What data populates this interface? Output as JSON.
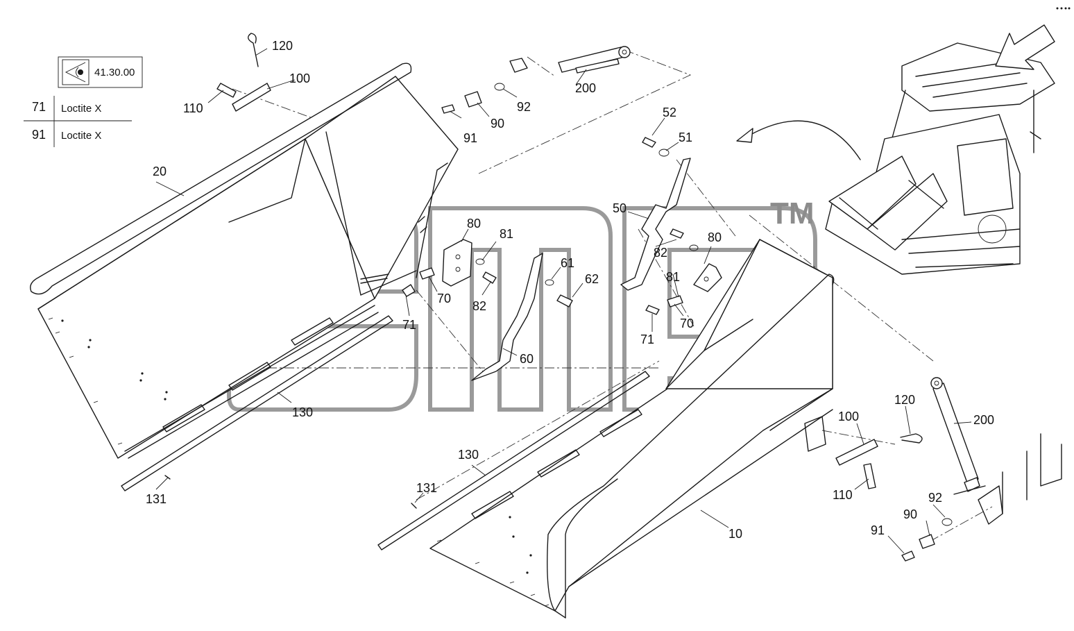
{
  "reference_box": {
    "icon": "eye-view-icon",
    "code": "41.30.00"
  },
  "legend": [
    {
      "number": "71",
      "text": "Loctite X"
    },
    {
      "number": "91",
      "text": "Loctite X"
    }
  ],
  "watermark": {
    "mark": "TM"
  },
  "callouts": {
    "c10": "10",
    "c20": "20",
    "c50": "50",
    "c51": "51",
    "c52": "52",
    "c60": "60",
    "c61": "61",
    "c62": "62",
    "c70a": "70",
    "c70b": "70",
    "c71a": "71",
    "c71b": "71",
    "c80a": "80",
    "c80b": "80",
    "c81a": "81",
    "c81b": "81",
    "c82a": "82",
    "c82b": "82",
    "c90a": "90",
    "c90b": "90",
    "c91a": "91",
    "c91b": "91",
    "c92a": "92",
    "c92b": "92",
    "c100a": "100",
    "c100b": "100",
    "c110a": "110",
    "c110b": "110",
    "c120a": "120",
    "c120b": "120",
    "c130a": "130",
    "c130b": "130",
    "c131a": "131",
    "c131b": "131",
    "c200a": "200",
    "c200b": "200"
  }
}
